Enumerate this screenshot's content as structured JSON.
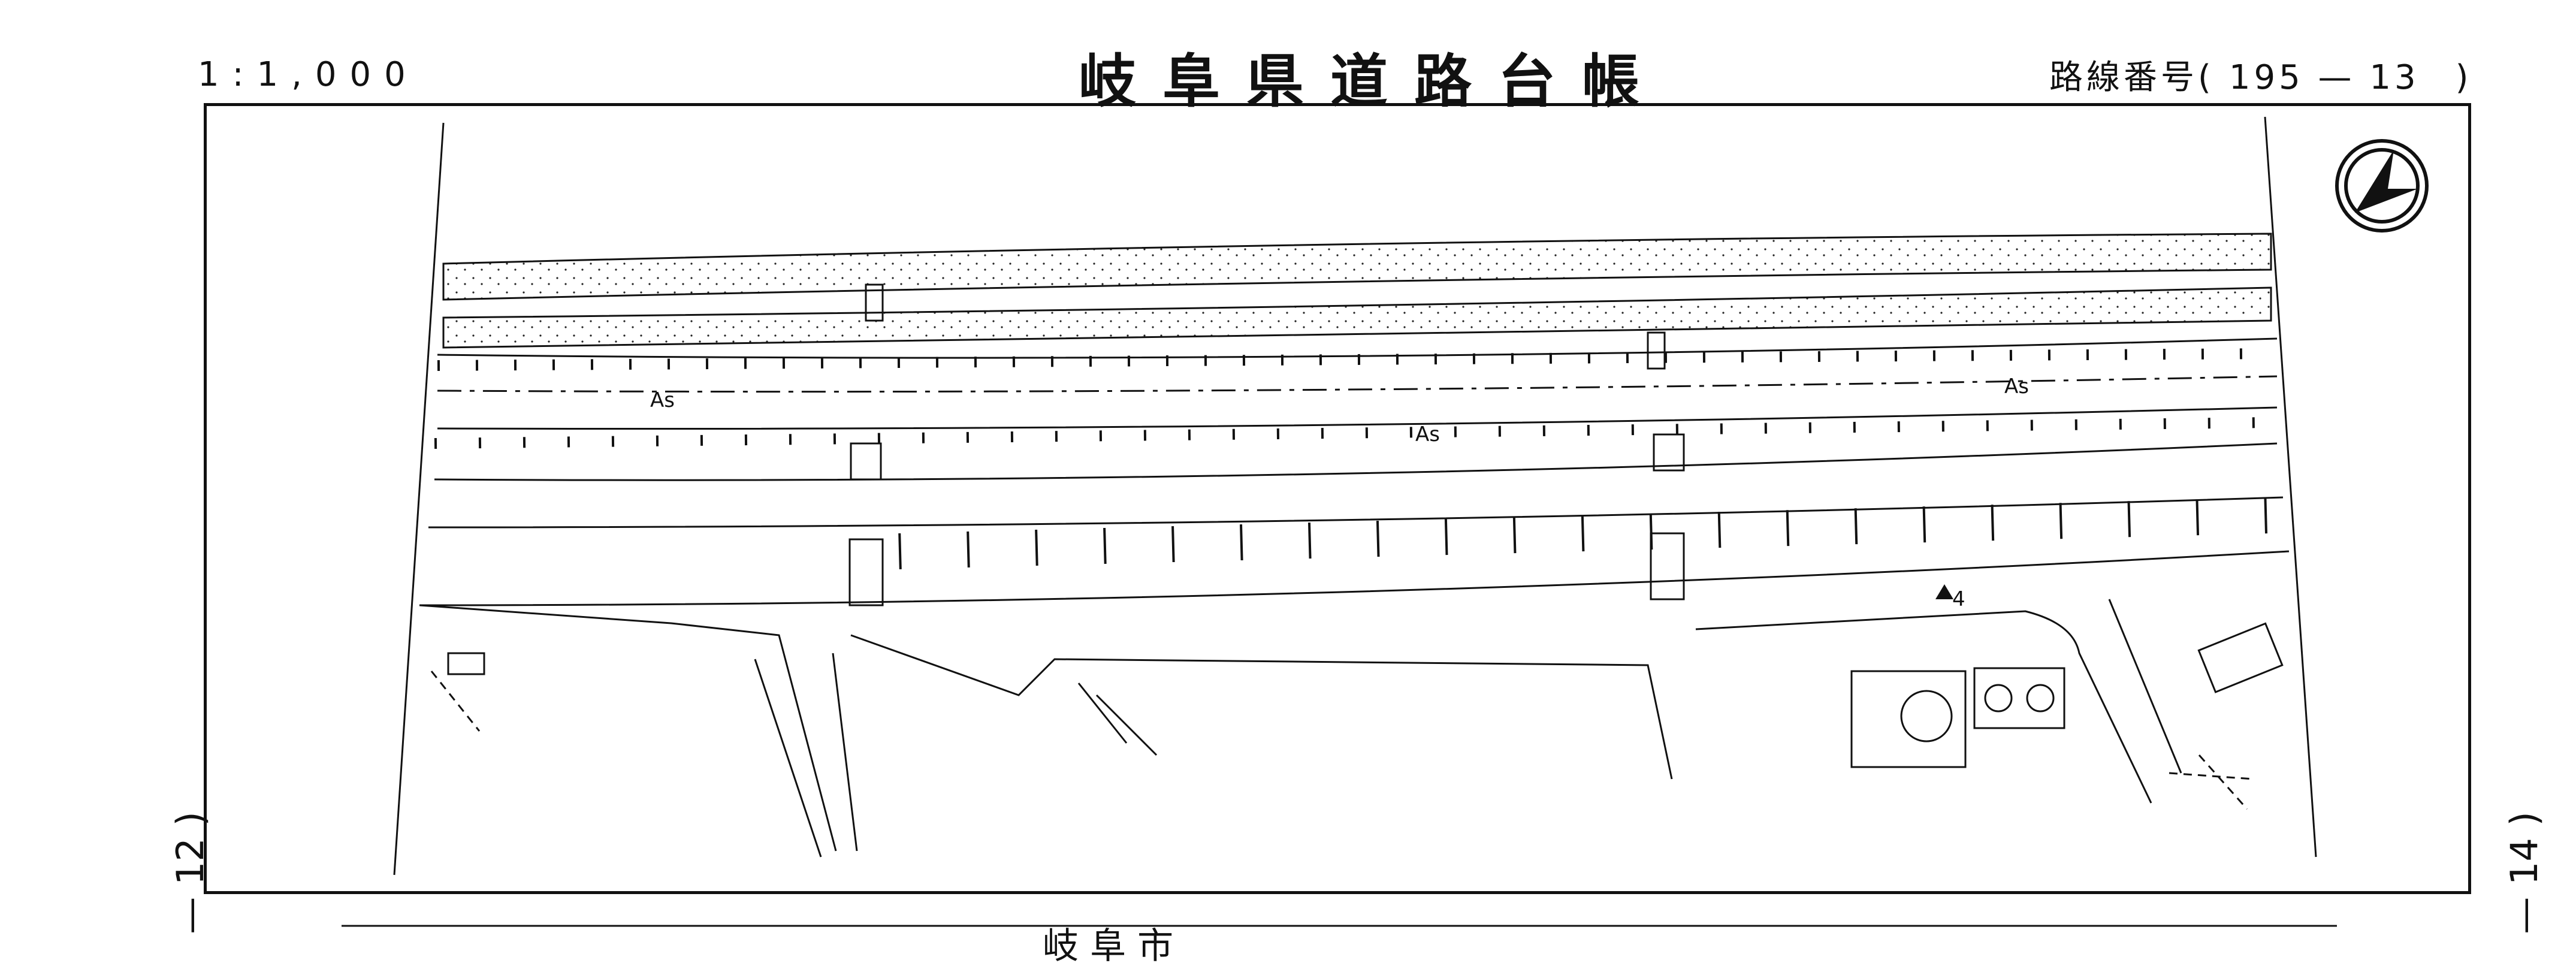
{
  "header": {
    "scale": "1:1,000",
    "title": "岐阜県道路台帳",
    "route_label": "路線番号(",
    "route_number": "195 — 13",
    "route_close": ")"
  },
  "side_labels": {
    "left": "— 12 )",
    "right": "— 14 )"
  },
  "map": {
    "pavement_labels": [
      "As",
      "As",
      "As"
    ],
    "survey_point": "4",
    "north_symbol": "north-arrow-icon",
    "bottom_text": "岐 阜 市"
  },
  "colors": {
    "ink": "#111111",
    "paper": "#ffffff"
  }
}
